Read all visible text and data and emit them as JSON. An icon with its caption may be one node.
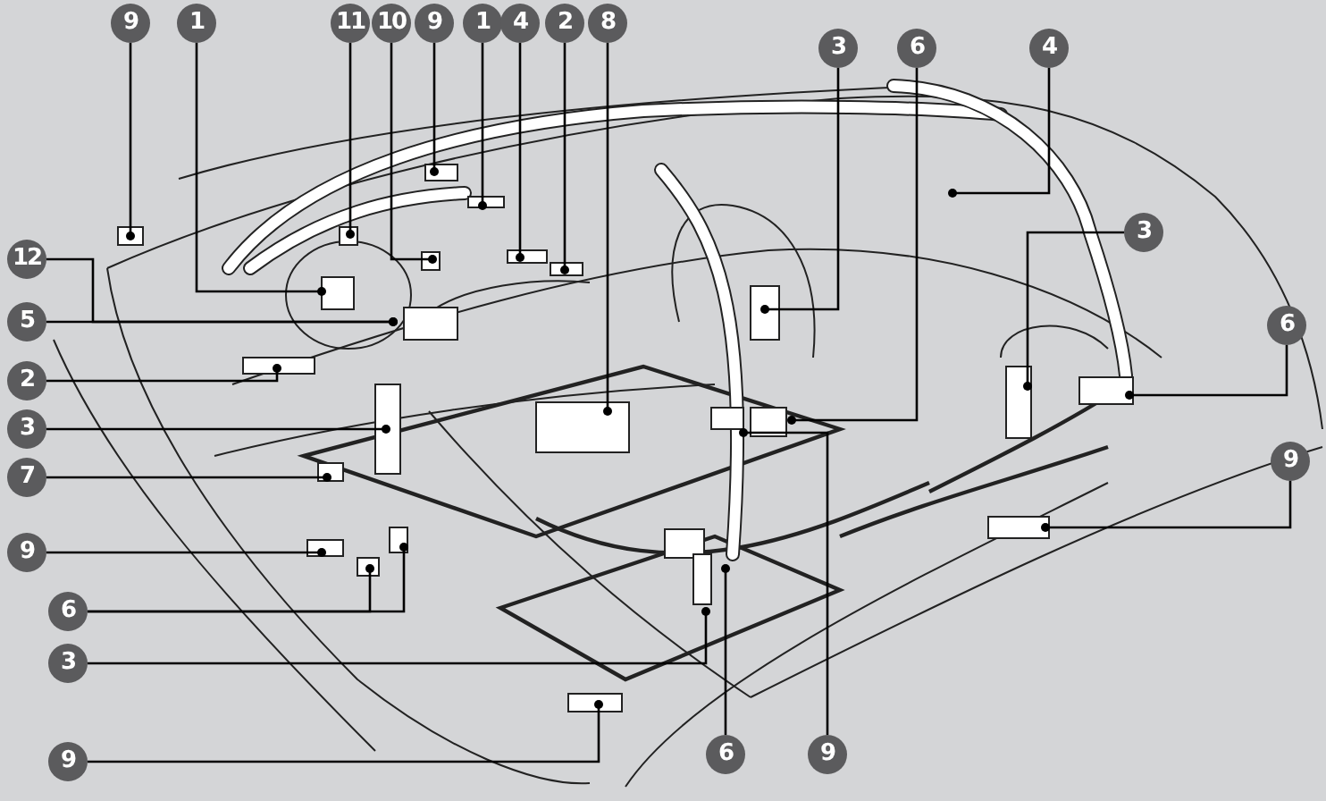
{
  "diagram": {
    "nodes": [
      {
        "text": [
          "9"
        ]
      },
      {
        "text": [
          "1"
        ]
      },
      {
        "text": [
          "11"
        ]
      },
      {
        "text": [
          "10"
        ]
      },
      {
        "text": [
          "9"
        ]
      },
      {
        "text": [
          "1"
        ]
      },
      {
        "text": [
          "4"
        ]
      },
      {
        "text": [
          "2"
        ]
      },
      {
        "text": [
          "8"
        ]
      },
      {
        "text": [
          "3"
        ]
      },
      {
        "text": [
          "6"
        ]
      },
      {
        "text": [
          "4"
        ]
      },
      {
        "text": [
          "3"
        ]
      },
      {
        "text": [
          "12"
        ]
      },
      {
        "text": [
          "5"
        ]
      },
      {
        "text": [
          "6"
        ]
      },
      {
        "text": [
          "2"
        ]
      },
      {
        "text": [
          "3"
        ]
      },
      {
        "text": [
          "9"
        ]
      },
      {
        "text": [
          "7"
        ]
      },
      {
        "text": [
          "9"
        ]
      },
      {
        "text": [
          "6"
        ]
      },
      {
        "text": [
          "3"
        ]
      },
      {
        "text": [
          "6"
        ]
      },
      {
        "text": [
          "9"
        ]
      },
      {
        "text": [
          "9"
        ]
      }
    ],
    "edges": [
      {
        "from": 0,
        "to": null,
        "arrow": "other"
      },
      {
        "from": 1,
        "to": null,
        "arrow": "other"
      },
      {
        "from": 2,
        "to": null,
        "arrow": "other"
      },
      {
        "from": 3,
        "to": null,
        "arrow": "other"
      },
      {
        "from": 4,
        "to": null,
        "arrow": "other"
      },
      {
        "from": 5,
        "to": null,
        "arrow": "other"
      },
      {
        "from": 6,
        "to": null,
        "arrow": "other"
      },
      {
        "from": 7,
        "to": null,
        "arrow": "other"
      },
      {
        "from": 8,
        "to": null,
        "arrow": "other"
      },
      {
        "from": 9,
        "to": null,
        "arrow": "other"
      },
      {
        "from": 10,
        "to": null,
        "arrow": "other"
      },
      {
        "from": 11,
        "to": null,
        "arrow": "other"
      },
      {
        "from": 12,
        "to": null,
        "arrow": "other"
      },
      {
        "from": 13,
        "to": null,
        "arrow": "other"
      },
      {
        "from": 14,
        "to": null,
        "arrow": "other"
      },
      {
        "from": 15,
        "to": null,
        "arrow": "other"
      },
      {
        "from": 16,
        "to": null,
        "arrow": "other"
      },
      {
        "from": 17,
        "to": null,
        "arrow": "other"
      },
      {
        "from": 18,
        "to": null,
        "arrow": "other"
      },
      {
        "from": 19,
        "to": null,
        "arrow": "other"
      },
      {
        "from": 20,
        "to": null,
        "arrow": "other"
      },
      {
        "from": 21,
        "to": null,
        "arrow": "other"
      },
      {
        "from": 21,
        "to": null,
        "arrow": "other"
      },
      {
        "from": 22,
        "to": null,
        "arrow": "other"
      },
      {
        "from": 23,
        "to": null,
        "arrow": "other"
      },
      {
        "from": 24,
        "to": null,
        "arrow": "other"
      },
      {
        "from": 25,
        "to": null,
        "arrow": "other"
      }
    ]
  }
}
